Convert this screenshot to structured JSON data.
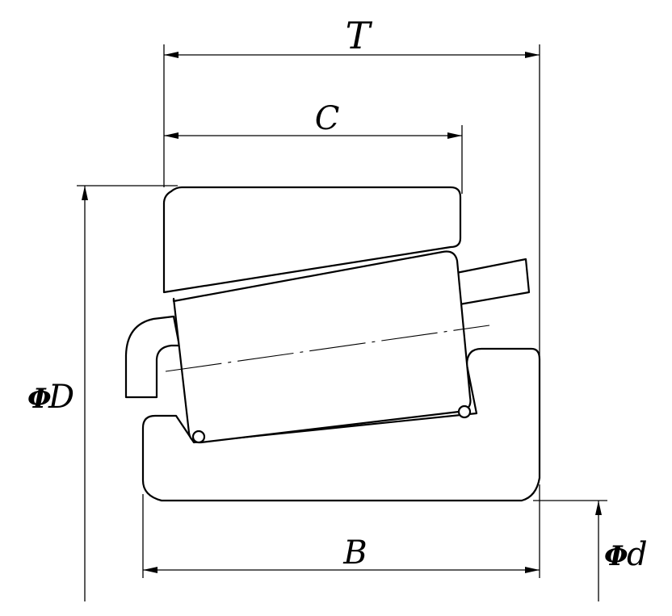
{
  "labels": {
    "T": "T",
    "C": "C",
    "B": "B",
    "D": "D",
    "d": "d",
    "phi": "Φ"
  }
}
